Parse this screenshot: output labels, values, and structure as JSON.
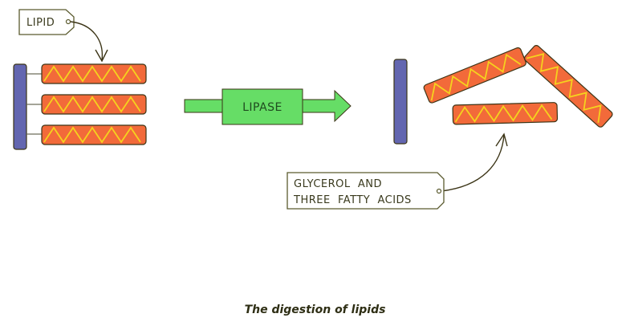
{
  "labels": {
    "lipid_tag": "LIPID",
    "enzyme": "LIPASE",
    "products_tag_line1": "GLYCEROL  AND",
    "products_tag_line2": "THREE  FATTY  ACIDS"
  },
  "caption": "The digestion of lipids",
  "colors": {
    "glycerol": "#6366b0",
    "fatty_acid": "#f26a3a",
    "zigzag": "#f5d21e",
    "enzyme": "#66dd66",
    "outline": "#3b3416",
    "tag_border": "#5a5a2e"
  },
  "structure": {
    "before": {
      "glycerol_count": 1,
      "fatty_acid_count": 3,
      "bonded": true
    },
    "after": {
      "glycerol_count": 1,
      "fatty_acid_count": 3,
      "bonded": false
    }
  }
}
